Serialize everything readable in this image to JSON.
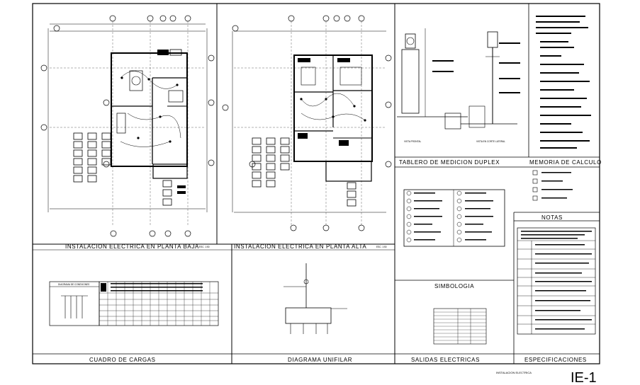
{
  "sheet": {
    "title_planta_baja": "INSTALACION ELECTRICA EN PLANTA BAJA",
    "scale_planta_baja": "ESC. 1:50",
    "title_planta_alta": "INSTALACION ELECTRICA EN PLANTA ALTA",
    "scale_planta_alta": "ESC. 1:50",
    "title_tablero": "TABLERO DE MEDICION DUPLEX",
    "title_memoria": "MEMORIA DE CALCULO",
    "title_notas": "NOTAS",
    "title_simbologia": "SIMBOLOGIA",
    "title_cuadro": "CUADRO DE CARGAS",
    "title_diagrama": "DIAGRAMA UNIFILAR",
    "title_salidas": "SALIDAS ELECTRICAS",
    "title_especificaciones": "ESPECIFICACIONES",
    "vista_frontal": "VISTA FRONTAL",
    "vista_lateral": "VISTA EN CORTE LATERAL",
    "diagrama_conexiones": "DIAGRAMA DE CONEXIONES",
    "plano_nombre": "INSTALACION ELECTRICA",
    "plano_clave": "IE-1"
  }
}
